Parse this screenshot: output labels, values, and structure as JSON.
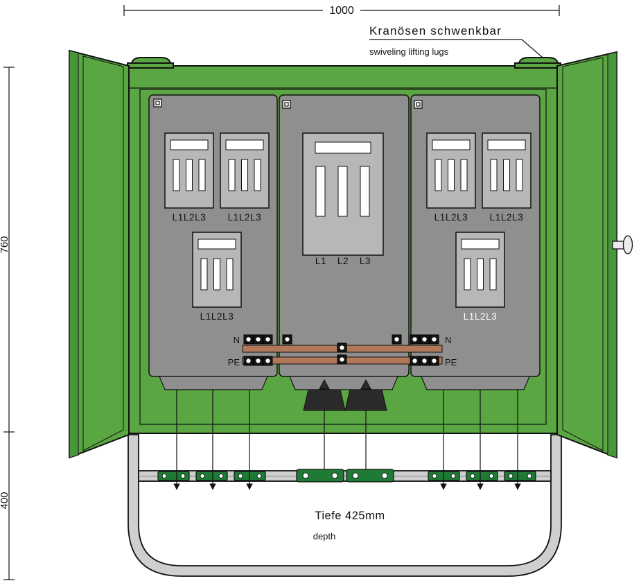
{
  "dimensions": {
    "width": "1000",
    "height": "760",
    "stand_height": "400",
    "depth": "Tiefe 425mm",
    "depth_caption": "depth"
  },
  "callout": {
    "title_de": "Kranösen schwenkbar",
    "subtitle_en": "swiveling lifting lugs"
  },
  "busbars": {
    "n_label_left": "N",
    "n_label_right": "N",
    "pe_label_left": "PE",
    "pe_label_right": "PE"
  },
  "modules": {
    "left_top_a": "L1L2L3",
    "left_top_b": "L1L2L3",
    "left_lower": "L1L2L3",
    "center_l1": "L1",
    "center_l2": "L2",
    "center_l3": "L3",
    "right_top_a": "L1L2L3",
    "right_top_b": "L1L2L3",
    "right_lower": "L1L2L3"
  },
  "colors": {
    "cabinet_green": "#5aa642",
    "door_edge_green": "#47963a",
    "panel_gray": "#8f8f8f",
    "module_gray": "#b7b7b7",
    "copper": "#b1785a",
    "stand_gray": "#cfcfcf",
    "clamp_green": "#1e7a34"
  }
}
